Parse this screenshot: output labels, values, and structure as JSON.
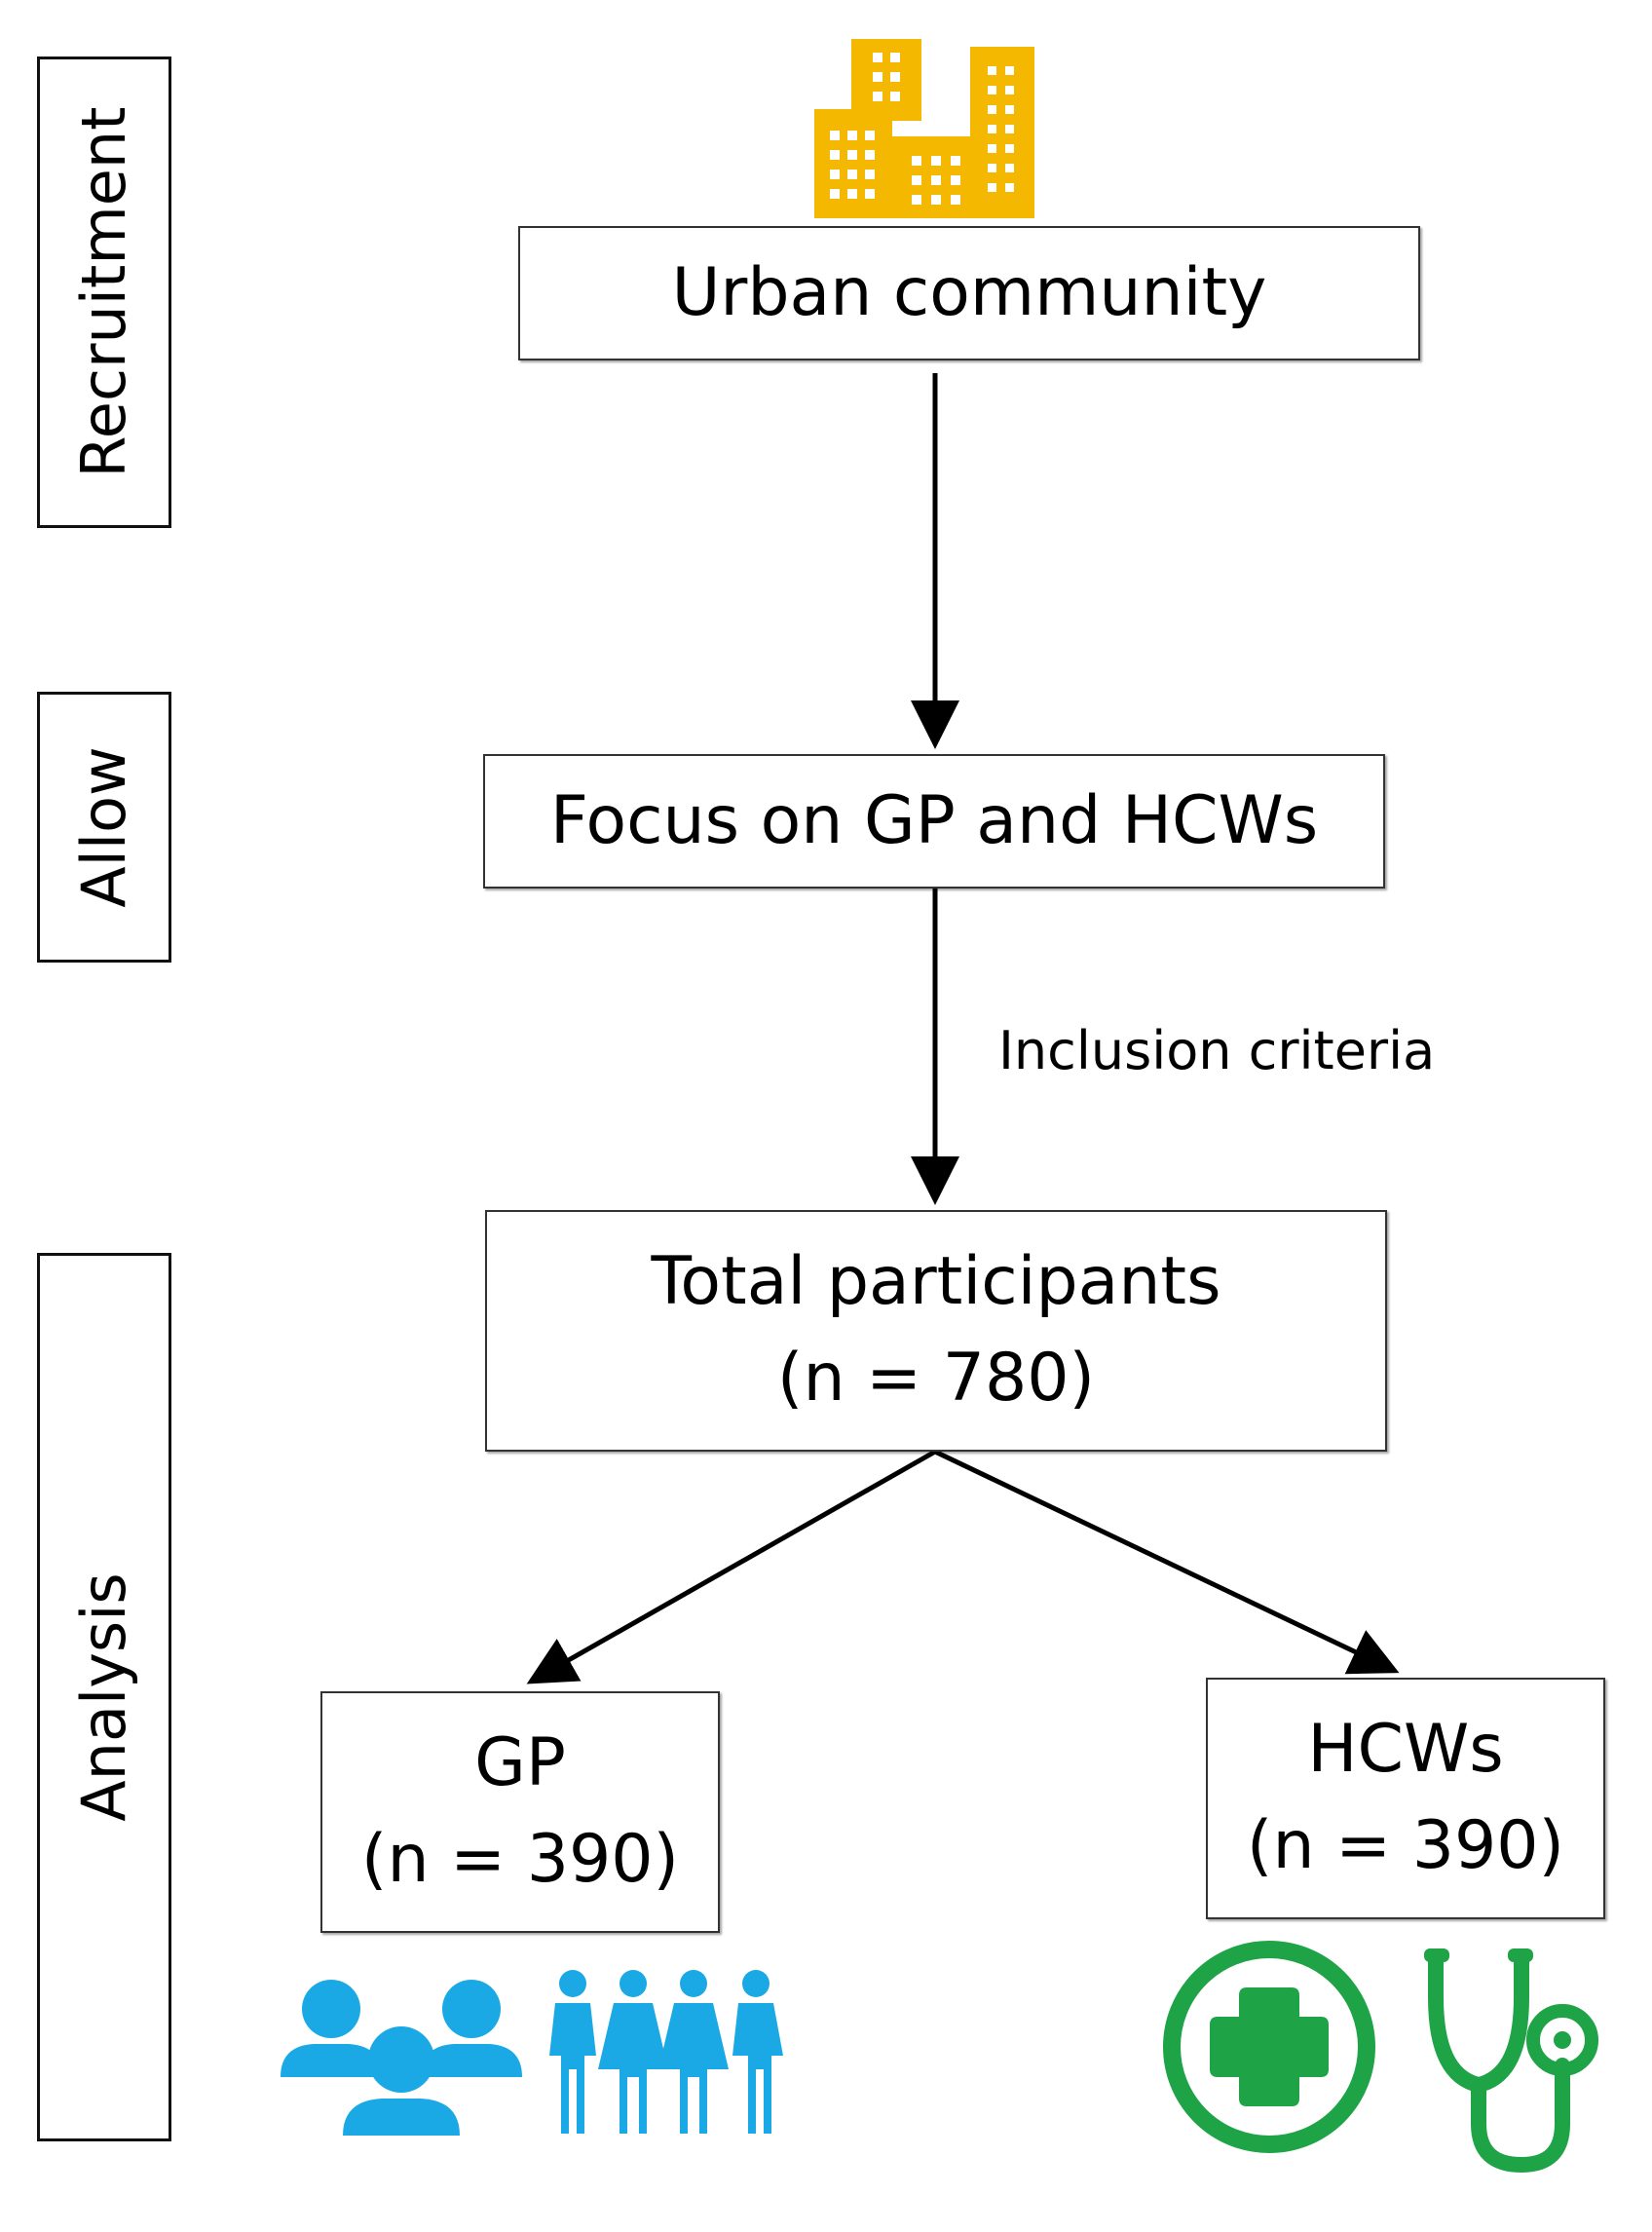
{
  "stages": {
    "recruitment": "Recruitment",
    "allow": "Allow",
    "analysis": "Analysis"
  },
  "nodes": {
    "urban": "Urban community",
    "focus": "Focus on GP and HCWs",
    "total": {
      "title": "Total participants",
      "count": "(n = 780)"
    },
    "gp": {
      "title": "GP",
      "count": "(n = 390)"
    },
    "hcws": {
      "title": "HCWs",
      "count": "(n = 390)"
    }
  },
  "edges": {
    "inclusion_label": "Inclusion criteria"
  },
  "icons": {
    "buildings": "buildings-icon",
    "group": "people-group-icon",
    "family": "family-icon",
    "medical_cross": "medical-cross-icon",
    "stethoscope": "stethoscope-icon"
  },
  "colors": {
    "buildings": "#F5B800",
    "people": "#1AA9E5",
    "medical": "#1FA347"
  }
}
